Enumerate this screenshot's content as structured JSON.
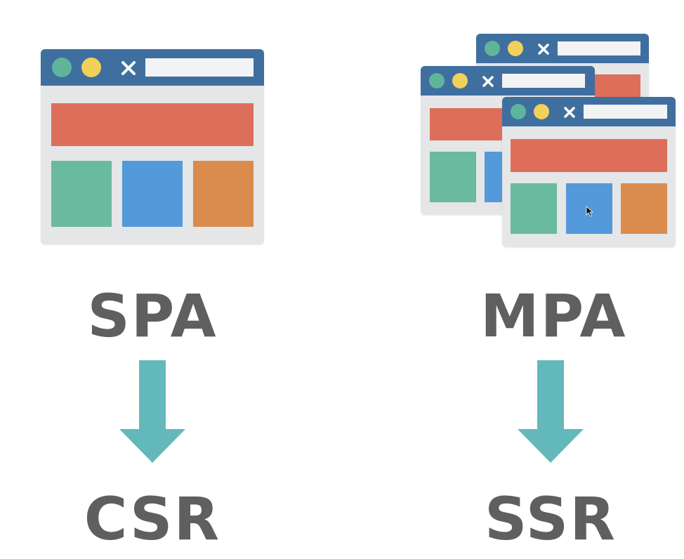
{
  "colors": {
    "titlebar": "#3f6f9f",
    "window_bg": "#e4e6e8",
    "dot_green": "#5fb59a",
    "dot_yellow": "#f2d15a",
    "header_red": "#dd6e5a",
    "panel_green": "#69ba9e",
    "panel_blue": "#5499d9",
    "panel_orange": "#d98c4e",
    "arrow": "#63b8bc",
    "text": "#5f5f5f"
  },
  "left": {
    "label": "SPA",
    "result": "CSR"
  },
  "right": {
    "label": "MPA",
    "result": "SSR"
  }
}
